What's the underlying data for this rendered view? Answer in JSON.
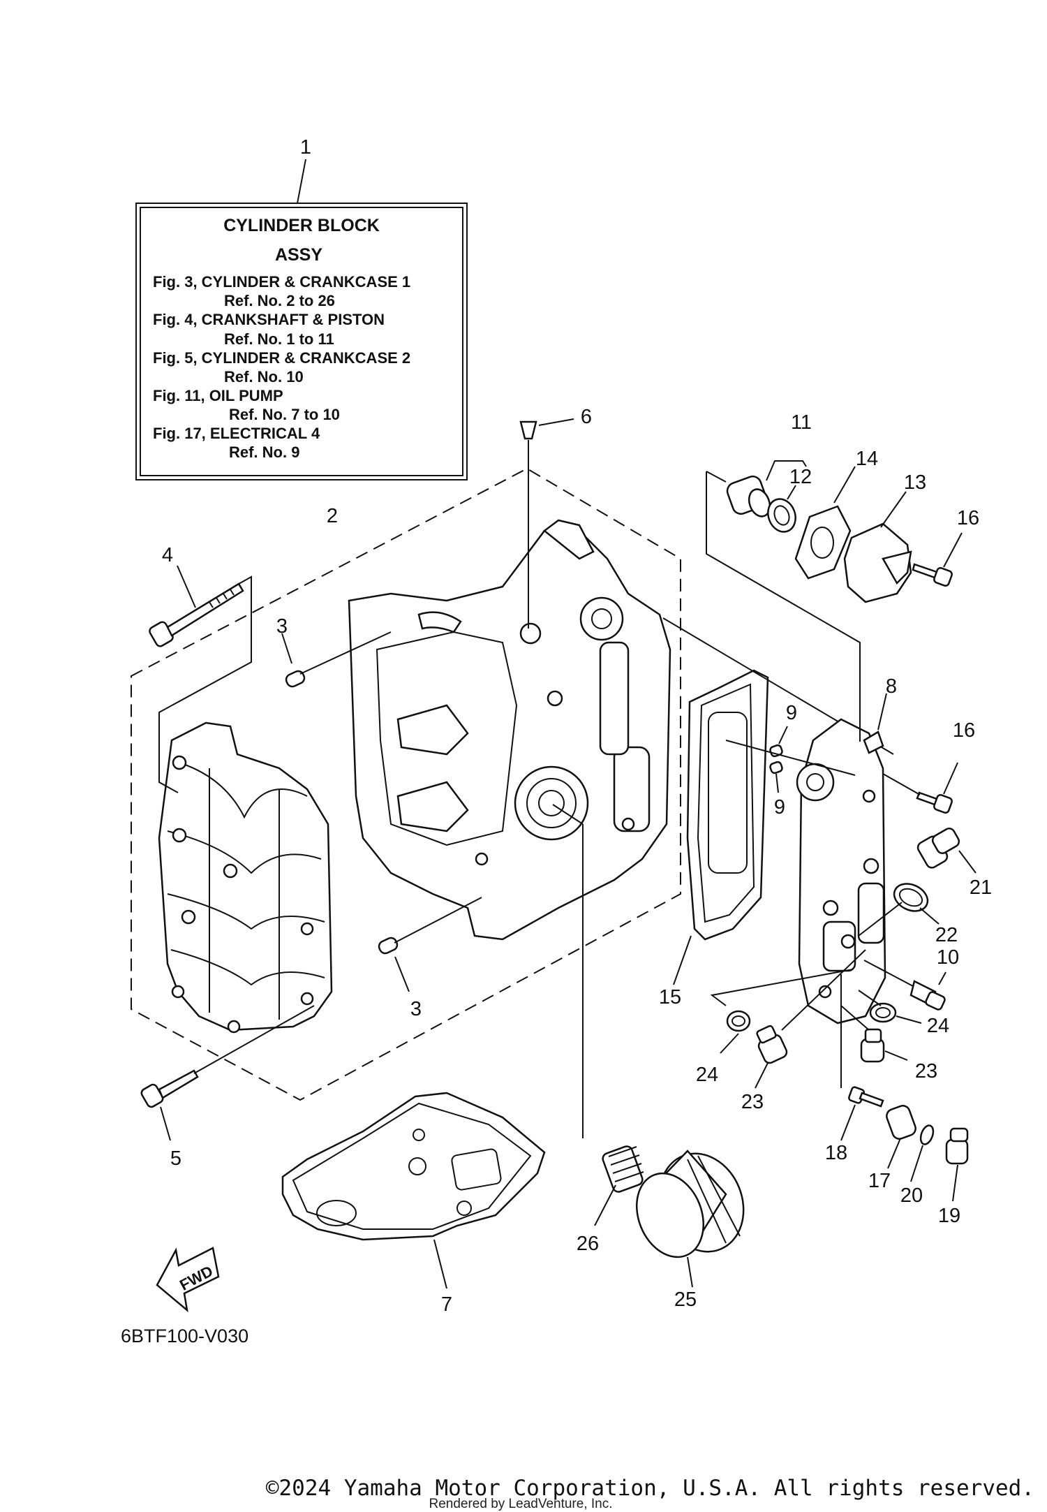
{
  "info_box": {
    "title_line1": "CYLINDER BLOCK",
    "title_line2": "ASSY",
    "lines": [
      "Fig. 3, CYLINDER & CRANKCASE 1",
      "Ref. No. 2 to 26",
      "Fig. 4, CRANKSHAFT & PISTON",
      "Ref. No. 1 to 11",
      "Fig. 5, CYLINDER & CRANKCASE 2",
      "Ref. No. 10",
      "Fig. 11, OIL PUMP",
      "Ref. No. 7 to 10",
      "Fig. 17, ELECTRICAL 4",
      "Ref. No. 9"
    ]
  },
  "callouts": {
    "c1": "1",
    "c2": "2",
    "c3a": "3",
    "c3b": "3",
    "c4": "4",
    "c5": "5",
    "c6": "6",
    "c7": "7",
    "c8": "8",
    "c9a": "9",
    "c9b": "9",
    "c10": "10",
    "c11": "11",
    "c12": "12",
    "c13": "13",
    "c14": "14",
    "c15": "15",
    "c16a": "16",
    "c16b": "16",
    "c17": "17",
    "c18": "18",
    "c19": "19",
    "c20": "20",
    "c21": "21",
    "c22": "22",
    "c23a": "23",
    "c23b": "23",
    "c24a": "24",
    "c24b": "24",
    "c25": "25",
    "c26": "26"
  },
  "fwd_label": "FWD",
  "diagram_code": "6BTF100-V030",
  "copyright": "©2024 Yamaha Motor Corporation, U.S.A. All rights reserved.",
  "rendered_by": "Rendered by LeadVenture, Inc."
}
